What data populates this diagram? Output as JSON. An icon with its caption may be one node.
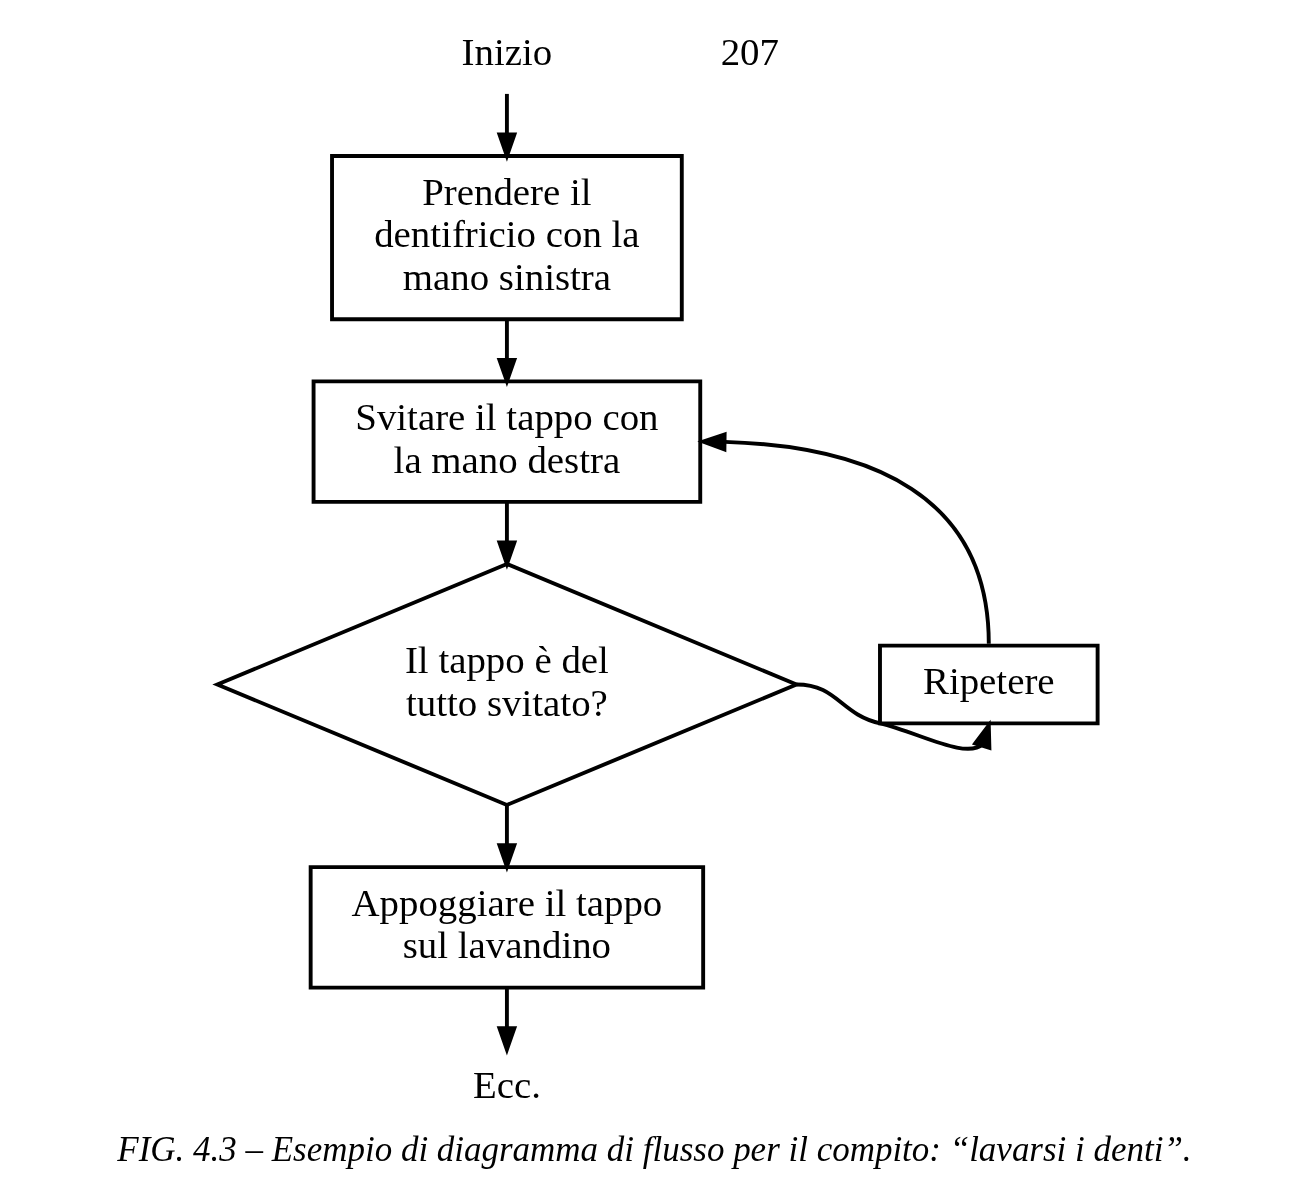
{
  "diagram": {
    "caption": "FIG. 4.3 – Esempio di diagramma di flusso per il compito: “lavarsi i denti”.",
    "nodes": [
      {
        "text": [
          "Inizio"
        ]
      },
      {
        "text": [
          "Prendere il dentifricio con la mano sinistra"
        ]
      },
      {
        "text": [
          "Svitare il tappo con la mano destra"
        ]
      },
      {
        "text": [
          "Il tappo è del tutto svitato?"
        ]
      },
      {
        "text": [
          "Ripetere"
        ]
      },
      {
        "text": [
          "Appoggiare il tappo sul lavandino"
        ]
      },
      {
        "text": [
          "Ecc."
        ]
      }
    ],
    "edges": [
      {
        "from": 0,
        "to": 1,
        "arrow": "to"
      },
      {
        "from": 1,
        "to": 2,
        "arrow": "to"
      },
      {
        "from": 2,
        "to": 3,
        "arrow": "to"
      },
      {
        "from": 3,
        "to": 4,
        "arrow": "to"
      },
      {
        "from": 4,
        "to": 2,
        "arrow": "to"
      },
      {
        "from": 3,
        "to": 5,
        "arrow": "to"
      },
      {
        "from": 5,
        "to": 6,
        "arrow": "to"
      }
    ],
    "labels": [
      "207"
    ]
  }
}
